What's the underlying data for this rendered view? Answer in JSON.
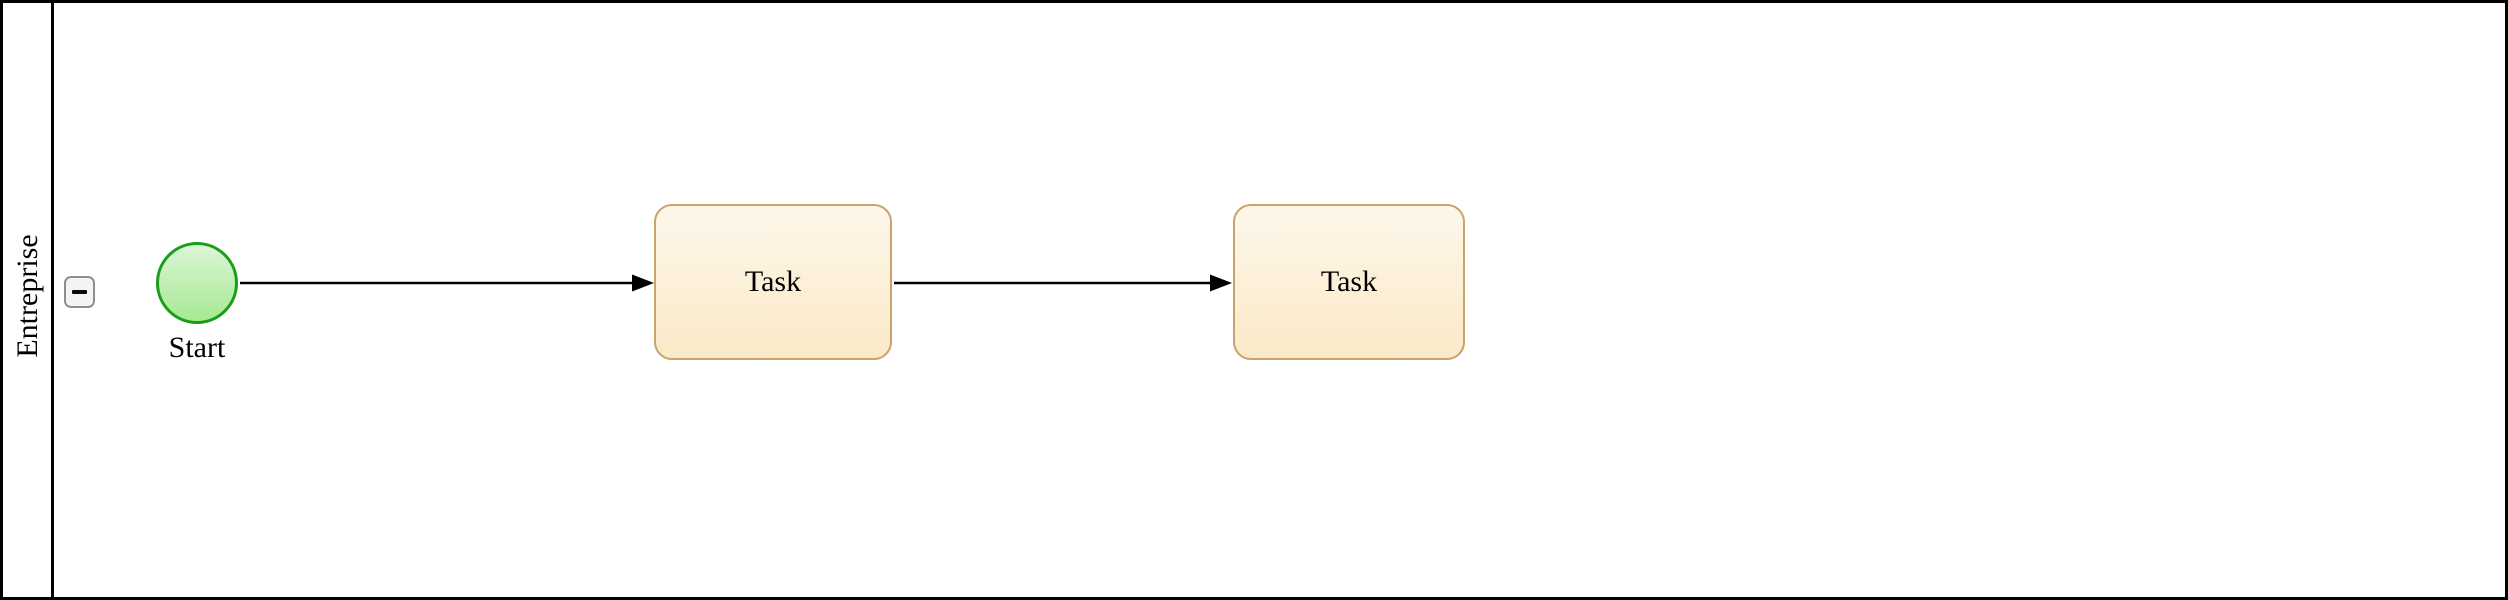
{
  "diagram": {
    "kind": "bpmn-process",
    "pool": {
      "lane_label": "Entreprise",
      "collapse_button": {
        "icon": "minus-icon",
        "state": "expanded"
      }
    },
    "nodes": {
      "start_event": {
        "label": "Start",
        "shape": "circle"
      },
      "tasks": [
        {
          "label": "Task"
        },
        {
          "label": "Task"
        }
      ]
    },
    "flows": [
      {
        "from": "start_event",
        "to": "task_1",
        "style": "solid-arrow"
      },
      {
        "from": "task_1",
        "to": "task_2",
        "style": "solid-arrow"
      }
    ]
  },
  "colors": {
    "canvas-bg": "#ffffff",
    "pool-border": "#000000",
    "event-stroke": "#1a9e1a",
    "event-fill-top": "#dcf5d6",
    "event-fill-bottom": "#a6e994",
    "task-stroke": "#c9a36a",
    "task-fill-top": "#fdf7ea",
    "task-fill-bottom": "#fbe9c8",
    "button-fill": "#f4f4f2",
    "button-stroke": "#8f8f8f",
    "arrow": "#000000"
  }
}
